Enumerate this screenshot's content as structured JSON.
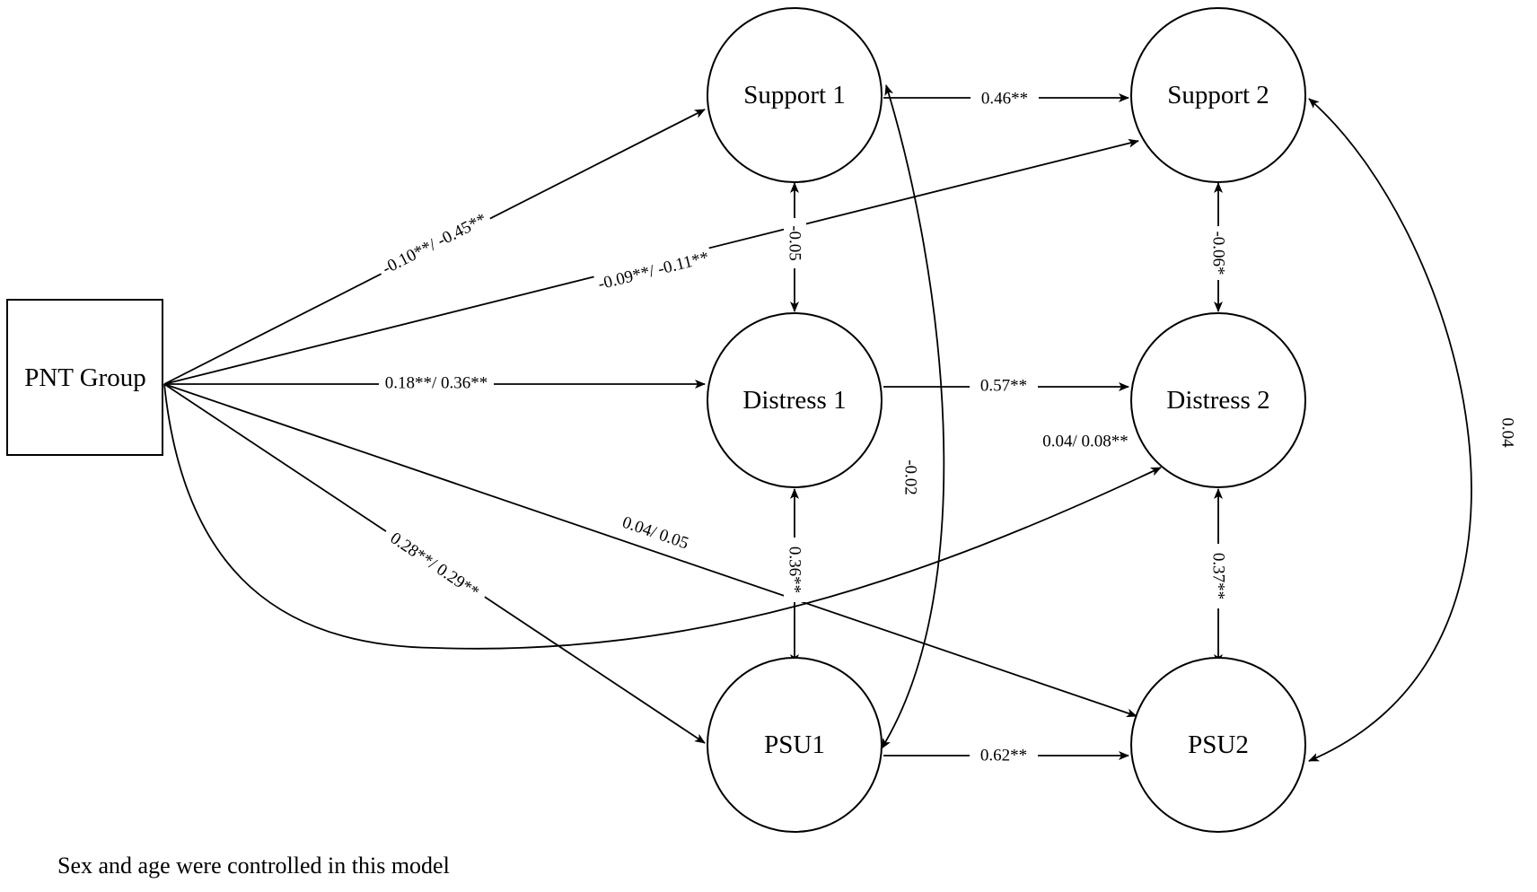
{
  "nodes": [
    {
      "id": "pnt",
      "label": "PNT Group",
      "shape": "rect"
    },
    {
      "id": "s1",
      "label": "Support 1",
      "shape": "circle"
    },
    {
      "id": "s2",
      "label": "Support 2",
      "shape": "circle"
    },
    {
      "id": "d1",
      "label": "Distress 1",
      "shape": "circle"
    },
    {
      "id": "d2",
      "label": "Distress 2",
      "shape": "circle"
    },
    {
      "id": "p1",
      "label": "PSU1",
      "shape": "circle"
    },
    {
      "id": "p2",
      "label": "PSU2",
      "shape": "circle"
    }
  ],
  "edges": [
    {
      "id": "pnt-s1",
      "from": "pnt",
      "to": "s1",
      "label": "-0.10**/ -0.45**",
      "direction": "forward"
    },
    {
      "id": "pnt-s2",
      "from": "pnt",
      "to": "s2",
      "label": "-0.09**/ -0.11**",
      "direction": "forward"
    },
    {
      "id": "pnt-d1",
      "from": "pnt",
      "to": "d1",
      "label": "0.18**/ 0.36**",
      "direction": "forward"
    },
    {
      "id": "pnt-d2",
      "from": "pnt",
      "to": "d2",
      "label": "0.04/ 0.08**",
      "direction": "forward"
    },
    {
      "id": "pnt-p1",
      "from": "pnt",
      "to": "p1",
      "label": "0.28**/ 0.29**",
      "direction": "forward"
    },
    {
      "id": "pnt-p2",
      "from": "pnt",
      "to": "p2",
      "label": "0.04/ 0.05",
      "direction": "forward"
    },
    {
      "id": "s1-s2",
      "from": "s1",
      "to": "s2",
      "label": "0.46**",
      "direction": "forward"
    },
    {
      "id": "d1-d2",
      "from": "d1",
      "to": "d2",
      "label": "0.57**",
      "direction": "forward"
    },
    {
      "id": "p1-p2",
      "from": "p1",
      "to": "p2",
      "label": "0.62**",
      "direction": "forward"
    },
    {
      "id": "s1-d1",
      "from": "s1",
      "to": "d1",
      "label": "-0.05",
      "direction": "both"
    },
    {
      "id": "d1-p1",
      "from": "d1",
      "to": "p1",
      "label": "0.36**",
      "direction": "both"
    },
    {
      "id": "s1-p1",
      "from": "s1",
      "to": "p1",
      "label": "-0.02",
      "direction": "both"
    },
    {
      "id": "s2-d2",
      "from": "s2",
      "to": "d2",
      "label": "-0.06*",
      "direction": "both"
    },
    {
      "id": "d2-p2",
      "from": "d2",
      "to": "p2",
      "label": "0.37**",
      "direction": "both"
    },
    {
      "id": "s2-p2",
      "from": "s2",
      "to": "p2",
      "label": "0.04",
      "direction": "both"
    }
  ],
  "footnote": "Sex and age were controlled in this model"
}
